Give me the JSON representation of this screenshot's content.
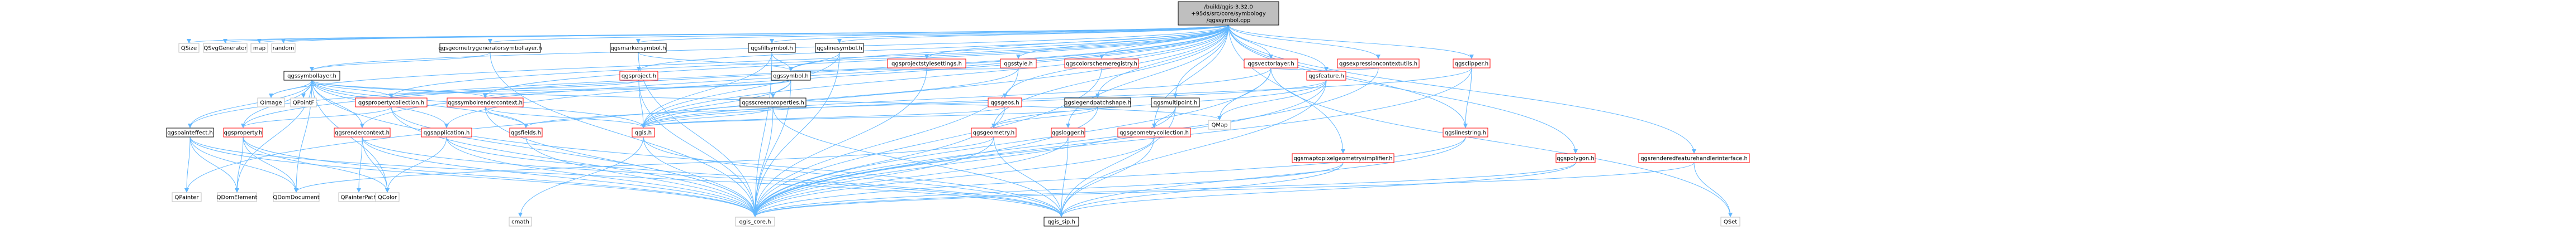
{
  "diagram": {
    "colors": {
      "root_fill": "#bfbfbf",
      "root_stroke": "#000000",
      "node_fill": "#ffffff",
      "node_stroke_red": "#ff0000",
      "node_stroke_gray": "#bfbfbf",
      "node_stroke_black": "#000000",
      "edge": "#63b8ff",
      "text": "#000000"
    },
    "nodes": [
      {
        "id": "root",
        "lines": [
          "/build/qgis-3.32.0",
          "+95ds/src/core/symbology",
          "/qgssymbol.cpp"
        ],
        "type": "root"
      },
      {
        "id": "qsize",
        "lines": [
          "QSize"
        ],
        "type": "gray"
      },
      {
        "id": "qsvggenerator",
        "lines": [
          "QSvgGenerator"
        ],
        "type": "gray"
      },
      {
        "id": "map",
        "lines": [
          "map"
        ],
        "type": "gray"
      },
      {
        "id": "random",
        "lines": [
          "random"
        ],
        "type": "gray"
      },
      {
        "id": "qgsgeometrygeneratorsymbollayer",
        "lines": [
          "qgsgeometrygeneratorsymbollayer.h"
        ],
        "type": "black"
      },
      {
        "id": "qgsmarkersymbol",
        "lines": [
          "qgsmarkersymbol.h"
        ],
        "type": "black"
      },
      {
        "id": "qgsfillsymbol",
        "lines": [
          "qgsfillsymbol.h"
        ],
        "type": "black"
      },
      {
        "id": "qgslinesymbol",
        "lines": [
          "qgslinesymbol.h"
        ],
        "type": "black"
      },
      {
        "id": "qgsprojectstylesettings",
        "lines": [
          "qgsprojectstylesettings.h"
        ],
        "type": "red"
      },
      {
        "id": "qgsstyle",
        "lines": [
          "qgsstyle.h"
        ],
        "type": "red"
      },
      {
        "id": "qgscolorschemeregistry",
        "lines": [
          "qgscolorschemeregistry.h"
        ],
        "type": "red"
      },
      {
        "id": "qgsvectorlayer",
        "lines": [
          "qgsvectorlayer.h"
        ],
        "type": "red"
      },
      {
        "id": "qgsexpressioncontextutils",
        "lines": [
          "qgsexpressioncontextutils.h"
        ],
        "type": "red"
      },
      {
        "id": "qgsclipper",
        "lines": [
          "qgsclipper.h"
        ],
        "type": "red"
      },
      {
        "id": "qgssymbollayer",
        "lines": [
          "qgssymbollayer.h"
        ],
        "type": "black"
      },
      {
        "id": "qgsproject",
        "lines": [
          "qgsproject.h"
        ],
        "type": "red"
      },
      {
        "id": "qgssymbol",
        "lines": [
          "qgssymbol.h"
        ],
        "type": "black"
      },
      {
        "id": "qgsfeature",
        "lines": [
          "qgsfeature.h"
        ],
        "type": "red"
      },
      {
        "id": "qimage",
        "lines": [
          "QImage"
        ],
        "type": "gray"
      },
      {
        "id": "qpointf",
        "lines": [
          "QPointF"
        ],
        "type": "gray"
      },
      {
        "id": "qgspropertycollection",
        "lines": [
          "qgspropertycollection.h"
        ],
        "type": "red"
      },
      {
        "id": "qgssymbolrendercontext",
        "lines": [
          "qgssymbolrendercontext.h"
        ],
        "type": "red"
      },
      {
        "id": "qgsscreenproperties",
        "lines": [
          "qgsscreenproperties.h"
        ],
        "type": "black"
      },
      {
        "id": "qgslegendpatchshape",
        "lines": [
          "qgslegendpatchshape.h"
        ],
        "type": "black"
      },
      {
        "id": "qgsgeos",
        "lines": [
          "qgsgeos.h"
        ],
        "type": "red"
      },
      {
        "id": "qgsmultipoint",
        "lines": [
          "qgsmultipoint.h"
        ],
        "type": "black"
      },
      {
        "id": "qgspainteffect",
        "lines": [
          "qgspainteffect.h"
        ],
        "type": "black"
      },
      {
        "id": "qgsproperty",
        "lines": [
          "qgsproperty.h"
        ],
        "type": "red"
      },
      {
        "id": "qgsrendercontext",
        "lines": [
          "qgsrendercontext.h"
        ],
        "type": "red"
      },
      {
        "id": "qgsapplication",
        "lines": [
          "qgsapplication.h"
        ],
        "type": "red"
      },
      {
        "id": "qgsfields",
        "lines": [
          "qgsfields.h"
        ],
        "type": "red"
      },
      {
        "id": "qgis",
        "lines": [
          "qgis.h"
        ],
        "type": "red"
      },
      {
        "id": "qgsgeometry",
        "lines": [
          "qgsgeometry.h"
        ],
        "type": "red"
      },
      {
        "id": "qgslogger",
        "lines": [
          "qgslogger.h"
        ],
        "type": "red"
      },
      {
        "id": "qgsgeometrycollection",
        "lines": [
          "qgsgeometrycollection.h"
        ],
        "type": "red"
      },
      {
        "id": "qmap",
        "lines": [
          "QMap"
        ],
        "type": "gray"
      },
      {
        "id": "qgslinestring",
        "lines": [
          "qgslinestring.h"
        ],
        "type": "red"
      },
      {
        "id": "qgsmaptopixelgeometrysimplifier",
        "lines": [
          "qgsmaptopixelgeometrysimplifier.h"
        ],
        "type": "red"
      },
      {
        "id": "qgspolygon",
        "lines": [
          "qgspolygon.h"
        ],
        "type": "red"
      },
      {
        "id": "qgsrenderedfeaturehandlerinterface",
        "lines": [
          "qgsrenderedfeaturehandlerinterface.h"
        ],
        "type": "red"
      },
      {
        "id": "qpainter",
        "lines": [
          "QPainter"
        ],
        "type": "gray"
      },
      {
        "id": "qdomelement",
        "lines": [
          "QDomElement"
        ],
        "type": "gray"
      },
      {
        "id": "qdomdocument",
        "lines": [
          "QDomDocument"
        ],
        "type": "gray"
      },
      {
        "id": "qpainterpath",
        "lines": [
          "QPainterPath"
        ],
        "type": "gray"
      },
      {
        "id": "qcolor",
        "lines": [
          "QColor"
        ],
        "type": "gray"
      },
      {
        "id": "cmath",
        "lines": [
          "cmath"
        ],
        "type": "gray"
      },
      {
        "id": "qgis_core",
        "lines": [
          "qgis_core.h"
        ],
        "type": "gray"
      },
      {
        "id": "qgis_sip",
        "lines": [
          "qgis_sip.h"
        ],
        "type": "black"
      },
      {
        "id": "qset",
        "lines": [
          "QSet"
        ],
        "type": "gray"
      }
    ],
    "edges": [
      [
        "root",
        "qpainter"
      ],
      [
        "root",
        "qsize"
      ],
      [
        "root",
        "qsvggenerator"
      ],
      [
        "root",
        "map"
      ],
      [
        "root",
        "random"
      ],
      [
        "root",
        "qgsgeometrygeneratorsymbollayer"
      ],
      [
        "root",
        "qgsmarkersymbol"
      ],
      [
        "root",
        "qgsfillsymbol"
      ],
      [
        "root",
        "qgslinesymbol"
      ],
      [
        "root",
        "qgsprojectstylesettings"
      ],
      [
        "root",
        "qgsstyle"
      ],
      [
        "root",
        "qgscolorschemeregistry"
      ],
      [
        "root",
        "qgsvectorlayer"
      ],
      [
        "root",
        "qgsexpressioncontextutils"
      ],
      [
        "root",
        "qgsclipper"
      ],
      [
        "root",
        "qgssymbollayer"
      ],
      [
        "root",
        "qgsproject"
      ],
      [
        "root",
        "qgssymbol"
      ],
      [
        "root",
        "qgsfeature"
      ],
      [
        "root",
        "qimage"
      ],
      [
        "root",
        "qgspainteffect"
      ],
      [
        "root",
        "qgsproperty"
      ],
      [
        "root",
        "qgsrendercontext"
      ],
      [
        "root",
        "qgsapplication"
      ],
      [
        "root",
        "qgis"
      ],
      [
        "root",
        "qgsgeometry"
      ],
      [
        "root",
        "qgslogger"
      ],
      [
        "root",
        "qgsgeos"
      ],
      [
        "root",
        "qgsmultipoint"
      ],
      [
        "root",
        "qgsgeometrycollection"
      ],
      [
        "root",
        "qgslegendpatchshape"
      ],
      [
        "root",
        "qgsmaptopixelgeometrysimplifier"
      ],
      [
        "root",
        "qgspolygon"
      ],
      [
        "root",
        "qgslinestring"
      ],
      [
        "root",
        "qgsrenderedfeaturehandlerinterface"
      ],
      [
        "root",
        "qgspropertycollection"
      ],
      [
        "root",
        "qgssymbolrendercontext"
      ],
      [
        "qgsgeometrygeneratorsymbollayer",
        "qgssymbollayer"
      ],
      [
        "qgsgeometrygeneratorsymbollayer",
        "qgis_core"
      ],
      [
        "qgsmarkersymbol",
        "qgssymbol"
      ],
      [
        "qgsmarkersymbol",
        "qgis_core"
      ],
      [
        "qgsfillsymbol",
        "qgssymbol"
      ],
      [
        "qgsfillsymbol",
        "qgis"
      ],
      [
        "qgsfillsymbol",
        "qgis_core"
      ],
      [
        "qgslinesymbol",
        "qgssymbol"
      ],
      [
        "qgslinesymbol",
        "qgis"
      ],
      [
        "qgslinesymbol",
        "qgis_core"
      ],
      [
        "qgsprojectstylesettings",
        "qgis_core"
      ],
      [
        "qgsstyle",
        "qgssymbol"
      ],
      [
        "qgsstyle",
        "qgis"
      ],
      [
        "qgsstyle",
        "qgis_core"
      ],
      [
        "qgscolorschemeregistry",
        "qgis_core"
      ],
      [
        "qgsvectorlayer",
        "qgsfeature"
      ],
      [
        "qgsvectorlayer",
        "qgis"
      ],
      [
        "qgsvectorlayer",
        "qgis_core"
      ],
      [
        "qgsvectorlayer",
        "qmap"
      ],
      [
        "qgsvectorlayer",
        "qset"
      ],
      [
        "qgsexpressioncontextutils",
        "qgsfeature"
      ],
      [
        "qgsexpressioncontextutils",
        "qgis_core"
      ],
      [
        "qgsclipper",
        "qgis"
      ],
      [
        "qgsclipper",
        "qgis_core"
      ],
      [
        "qgsclipper",
        "qgslinestring"
      ],
      [
        "qgssymbollayer",
        "qimage"
      ],
      [
        "qgssymbollayer",
        "qpointf"
      ],
      [
        "qgssymbollayer",
        "qgspropertycollection"
      ],
      [
        "qgssymbollayer",
        "qgssymbolrendercontext"
      ],
      [
        "qgssymbollayer",
        "qgspainteffect"
      ],
      [
        "qgssymbollayer",
        "qgsproperty"
      ],
      [
        "qgssymbollayer",
        "qgsrendercontext"
      ],
      [
        "qgssymbollayer",
        "qgsapplication"
      ],
      [
        "qgssymbollayer",
        "qgis"
      ],
      [
        "qgssymbollayer",
        "qcolor"
      ],
      [
        "qgssymbollayer",
        "qdomelement"
      ],
      [
        "qgssymbollayer",
        "qdomdocument"
      ],
      [
        "qgssymbollayer",
        "qmap"
      ],
      [
        "qgssymbollayer",
        "qgis_core"
      ],
      [
        "qgssymbollayer",
        "qgsfields"
      ],
      [
        "qgsproject",
        "qgis"
      ],
      [
        "qgsproject",
        "qgis_core"
      ],
      [
        "qgsproject",
        "qgspropertycollection"
      ],
      [
        "qgssymbol",
        "qgsscreenproperties"
      ],
      [
        "qgssymbol",
        "qgspropertycollection"
      ],
      [
        "qgssymbol",
        "qgis"
      ],
      [
        "qgssymbol",
        "qgis_core"
      ],
      [
        "qgssymbol",
        "qgssymbolrendercontext"
      ],
      [
        "qgsfeature",
        "qmap"
      ],
      [
        "qgsfeature",
        "qgsfields"
      ],
      [
        "qgsfeature",
        "qgis_core"
      ],
      [
        "qgsfeature",
        "qgis_sip"
      ],
      [
        "qgsfeature",
        "qgsgeometry"
      ],
      [
        "qgspropertycollection",
        "qgsproperty"
      ],
      [
        "qgspropertycollection",
        "qgis_core"
      ],
      [
        "qgspropertycollection",
        "qgis_sip"
      ],
      [
        "qgssymbolrendercontext",
        "qgis"
      ],
      [
        "qgssymbolrendercontext",
        "qgsfields"
      ],
      [
        "qgssymbolrendercontext",
        "qgis_core"
      ],
      [
        "qgsscreenproperties",
        "qgis"
      ],
      [
        "qgsscreenproperties",
        "qgis_core"
      ],
      [
        "qgsscreenproperties",
        "qgis_sip"
      ],
      [
        "qgslegendpatchshape",
        "qgis"
      ],
      [
        "qgslegendpatchshape",
        "qgsgeometry"
      ],
      [
        "qgslegendpatchshape",
        "qgis_core"
      ],
      [
        "qgsgeos",
        "qgis"
      ],
      [
        "qgsgeos",
        "qgis_core"
      ],
      [
        "qgsmultipoint",
        "qgis_core"
      ],
      [
        "qgsmultipoint",
        "qgis_sip"
      ],
      [
        "qgsmultipoint",
        "qgsgeometrycollection"
      ],
      [
        "qgspainteffect",
        "qpainter"
      ],
      [
        "qgspainteffect",
        "qdomelement"
      ],
      [
        "qgspainteffect",
        "qdomdocument"
      ],
      [
        "qgspainteffect",
        "qgis_core"
      ],
      [
        "qgspainteffect",
        "qgis_sip"
      ],
      [
        "qgsproperty",
        "qcolor"
      ],
      [
        "qgsproperty",
        "qdomelement"
      ],
      [
        "qgsproperty",
        "qdomdocument"
      ],
      [
        "qgsproperty",
        "qgis_core"
      ],
      [
        "qgsrendercontext",
        "qcolor"
      ],
      [
        "qgsrendercontext",
        "qpainterpath"
      ],
      [
        "qgsrendercontext",
        "qgis_core"
      ],
      [
        "qgsrendercontext",
        "qgis_sip"
      ],
      [
        "qgsapplication",
        "qcolor"
      ],
      [
        "qgsapplication",
        "qgis_core"
      ],
      [
        "qgsapplication",
        "qgis_sip"
      ],
      [
        "qgsfields",
        "qgis_core"
      ],
      [
        "qgis",
        "cmath"
      ],
      [
        "qgis",
        "qgis_core"
      ],
      [
        "qgis",
        "qgis_sip"
      ],
      [
        "qgsgeometry",
        "qdomdocument"
      ],
      [
        "qgsgeometry",
        "qgis_core"
      ],
      [
        "qgsgeometry",
        "qgis_sip"
      ],
      [
        "qgslogger",
        "qgis_core"
      ],
      [
        "qgslogger",
        "qgis_sip"
      ],
      [
        "qgsgeometrycollection",
        "qgis_core"
      ],
      [
        "qgsgeometrycollection",
        "qgis_sip"
      ],
      [
        "qgslinestring",
        "qgis_core"
      ],
      [
        "qgslinestring",
        "qgis_sip"
      ],
      [
        "qgsmaptopixelgeometrysimplifier",
        "qgis_core"
      ],
      [
        "qgsmaptopixelgeometrysimplifier",
        "qgis_sip"
      ],
      [
        "qgspolygon",
        "qgis_core"
      ],
      [
        "qgspolygon",
        "qgis_sip"
      ],
      [
        "qgsrenderedfeaturehandlerinterface",
        "qgis_core"
      ],
      [
        "qgsrenderedfeaturehandlerinterface",
        "qset"
      ]
    ]
  }
}
